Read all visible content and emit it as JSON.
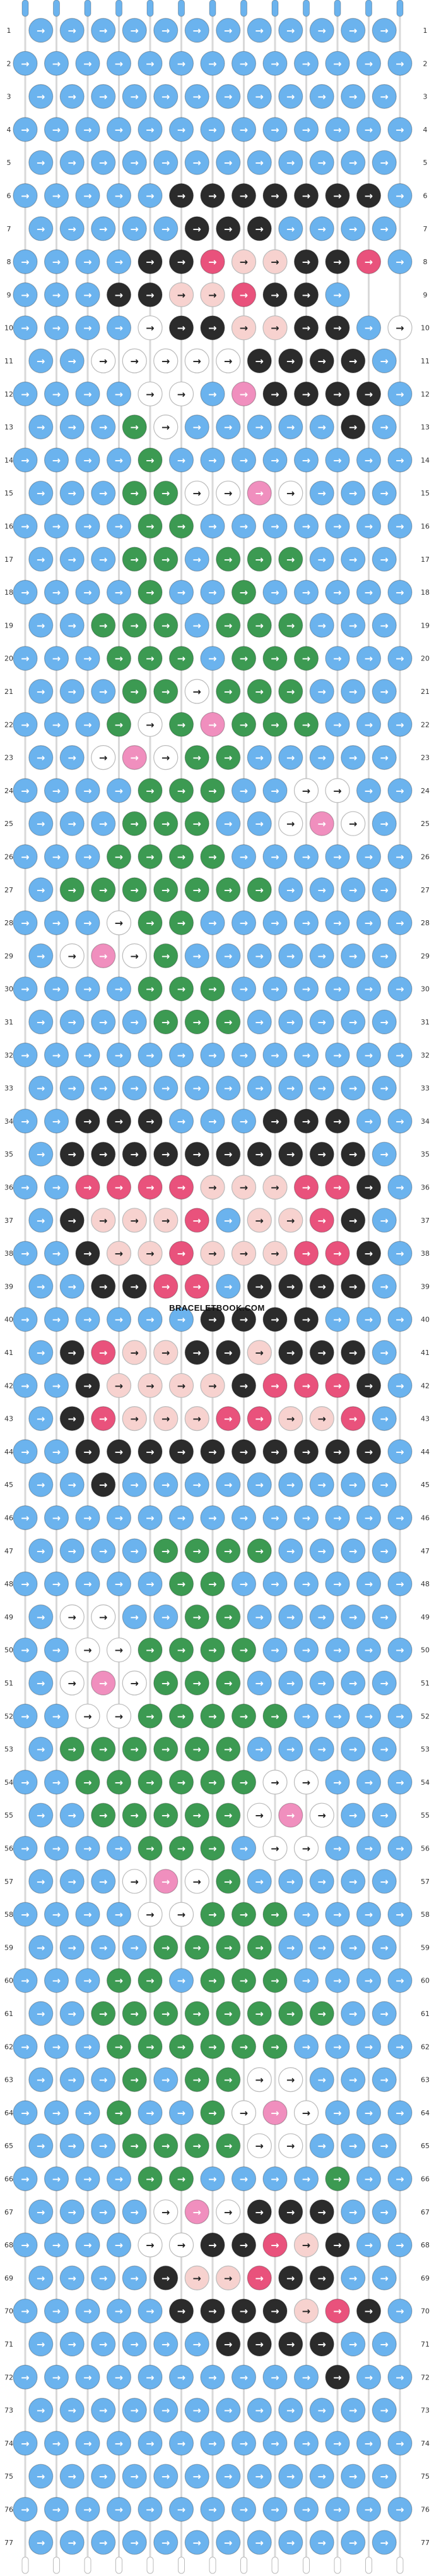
{
  "watermark": "BRACELETBOOK.COM",
  "colors": {
    "A": "#6bb3ee",
    "B": "#ffffff",
    "C": "#2b2b2b",
    "D": "#e9527c",
    "E": "#f7d2cf",
    "F": "#3c9a52",
    "G": "#f08fbe"
  },
  "strings": [
    "A",
    "A",
    "A",
    "A",
    "A",
    "A",
    "A",
    "A",
    "A",
    "A",
    "A",
    "A",
    "A"
  ],
  "rows_total": 77,
  "knot_arrow_default": "→",
  "rows": [
    "AAAAAAAAAAAA",
    "AAAAAAAAAAAAA",
    "AAAAAAAAAAAA",
    "AAAAAAAAAAAAA",
    "AAAAAAAAAAAA",
    "AAAAACCCCCCCA",
    "AAAAACCCAAAA",
    "AAAACCDEECCDA",
    "AAACCEEDCCA",
    "AAAABCCEECCAB",
    "AABBBBBCCCCA",
    "AAAABBAGCCCCA",
    "AAAFBAAAAACA",
    "AAAAFAAAAAAAA",
    "AAAFFBBGBAAA",
    "AAAAFFAAAAAAA",
    "AAAFFAFFFAAA",
    "AAAAFAAFAAAAA",
    "AAFFFAFFFAAA",
    "AAAFFFAFFFAAA",
    "AAAFFBFFFAAA",
    "AAAFBFGFFFAAA",
    "AABGBFFAAAAA",
    "AAAAFFFAABBAA",
    "AAAFFFAABGBA",
    "AAAFFFFAAAAAA",
    "AFFFFFFFAAAA",
    "AAABFFAAAAAAA",
    "ABGBFAAAAAAA",
    "AAAAFFFAAAAAA",
    "AAAAFFFAAAAA",
    "AAAAAAAAAAAAA",
    "AAAAAAAAAAAA",
    "AACCCAAACCCAA",
    "ACCCCCCCCCCA",
    "AADDDDEEEDDCA",
    "ACEEEDAEEDCA",
    "AACEEDEEEDDCA",
    "AACCDDACCCCA",
    "AAAAAACCCCAAA",
    "ACDEECCECCCA",
    "AACEEEECDDDCA",
    "ACDEEEDDEEDA",
    "AACCCCCCCCCCA",
    "AACAAAAAAAAA",
    "AAAAAAAAAAAAA",
    "AAAAFFFFAAAA",
    "AAAAAFFAAAAAA",
    "ABBAAFFAAAAA",
    "AABBFFFFAAAAA",
    "ABGBFFFAAAAA",
    "AABBFFFFFAAAA",
    "AFFFFFFAAAAA",
    "AAFFFFFFBBAAA",
    "AAFFFFFBGBAA",
    "AAAAFFFABBAAA",
    "AAABGBFAAAAA",
    "AAAABBFFFAAAA",
    "AAAAFFFFAAAA",
    "AAAFFAFFFAAAA",
    "AAFFFFFFFFAA",
    "AAAFFFFFFAAAA",
    "AAAFAFFBBAAA",
    "AAAFAAFBGBAAA",
    "AAAFFFFBBAAA",
    "AAAAFFAAAAFAA",
    "AAAABGBCCCAA",
    "AAAABBCCDECAA",
    "AAAACEEDCCAA",
    "AAAAACCCCEDCA",
    "AAAAAACCCCAA",
    "AAAAAAAAAACAA",
    "AAAAAAAAAAAA",
    "AAAAAAAAAAAAA",
    "AAAAAAAAAAAA",
    "AAAAAAAAAAAAA",
    "AAAAAAAAAAAA"
  ]
}
